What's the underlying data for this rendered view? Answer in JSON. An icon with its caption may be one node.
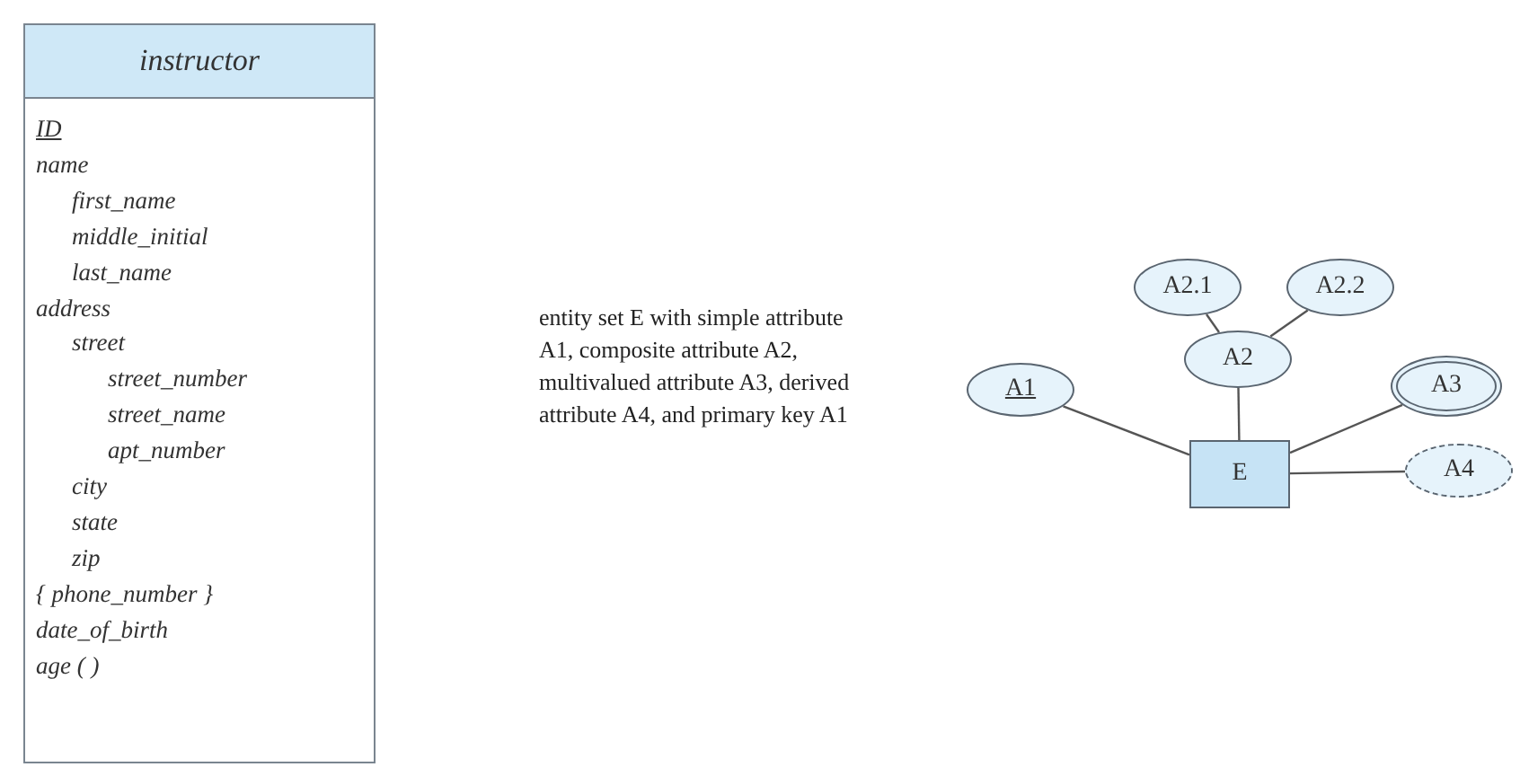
{
  "diagram": {
    "nodes": [
      {
        "text": [
          "instructor",
          "ID",
          "name",
          "first_name",
          "middle_initial",
          "last_name",
          "address",
          "street",
          "street_number",
          "street_name",
          "apt_number",
          "city",
          "state",
          "zip",
          "{ phone_number }",
          "date_of_birth",
          "age ( )"
        ]
      },
      {
        "text": [
          "A2.1"
        ]
      },
      {
        "text": [
          "A2.2"
        ]
      },
      {
        "text": [
          "A2"
        ]
      },
      {
        "text": [
          "A1"
        ]
      },
      {
        "text": [
          "A3"
        ]
      },
      {
        "text": [
          "E"
        ]
      },
      {
        "text": [
          "A4"
        ]
      }
    ],
    "edges": [
      {
        "from": 1,
        "to": 3,
        "arrow": "none"
      },
      {
        "from": 2,
        "to": 3,
        "arrow": "none"
      },
      {
        "from": 3,
        "to": 6,
        "arrow": "none"
      },
      {
        "from": 4,
        "to": 6,
        "arrow": "none"
      },
      {
        "from": 5,
        "to": 6,
        "arrow": "none"
      },
      {
        "from": 6,
        "to": 7,
        "arrow": "none"
      }
    ],
    "labels": [
      "entity set E with simple attribute A1, composite attribute A2, multivalued attribute A3, derived attribute A4, and primary key A1"
    ]
  }
}
